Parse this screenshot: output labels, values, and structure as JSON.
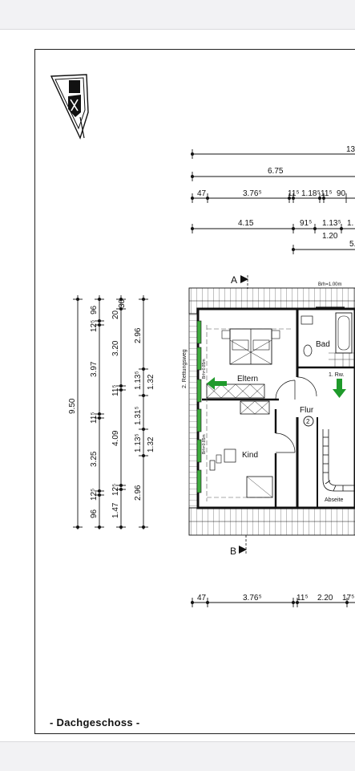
{
  "drawing": {
    "title": "- Dachgeschoss -",
    "rooms": {
      "eltern": "Eltern",
      "kind": "Kind",
      "bad": "Bad",
      "flur": "Flur",
      "flur_number": "2",
      "abseite": "Abseite"
    },
    "labels": {
      "rettungsweg_2": "2. Rettungsweg",
      "rettungsweg_1": "1. Rw.",
      "brh_top": "Brh=1.00m",
      "brh_eltern": "Brh=0.85m",
      "brh_kind": "Brh=0.85m",
      "section_a": "A",
      "section_b": "B"
    },
    "top_dims": {
      "row1": "13",
      "row2": "6.75",
      "row3": [
        "47",
        "3.76⁵",
        "11⁵",
        "1.18⁵",
        "11⁵",
        "90"
      ],
      "row4": [
        "4.15",
        "91⁵",
        "1.13⁵",
        "1.20",
        "1."
      ],
      "row5": "5."
    },
    "left_dims": {
      "total": "9.50",
      "col2": [
        "96",
        "12⁵",
        "3.97",
        "11⁵",
        "3.25",
        "12⁵",
        "96"
      ],
      "col3": [
        "20",
        "30",
        "3.20",
        "11⁵",
        "4.09",
        "12⁵",
        "1.47"
      ],
      "col4": [
        "2.96",
        "1.13⁵",
        "1.31⁵",
        "1.13⁵",
        "2.96"
      ],
      "col4b": [
        "1.32",
        "1.32"
      ]
    },
    "bottom_dims": [
      "47",
      "3.76⁵",
      "11⁵",
      "2.20",
      "17⁵"
    ]
  }
}
